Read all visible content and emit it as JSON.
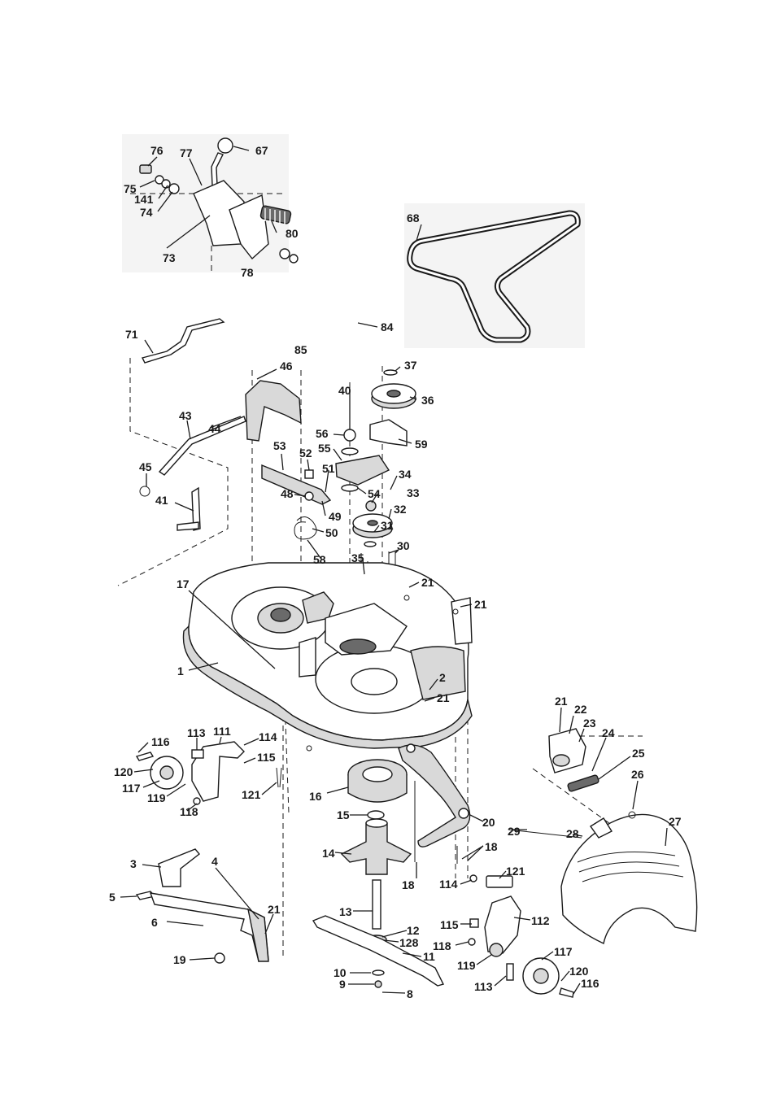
{
  "diagram": {
    "callouts": [
      "76",
      "77",
      "67",
      "75",
      "141",
      "74",
      "80",
      "73",
      "78",
      "68",
      "71",
      "84",
      "85",
      "46",
      "37",
      "40",
      "36",
      "43",
      "44",
      "56",
      "59",
      "53",
      "52",
      "55",
      "34",
      "51",
      "45",
      "48",
      "54",
      "33",
      "41",
      "49",
      "32",
      "50",
      "31",
      "58",
      "35",
      "30",
      "17",
      "21",
      "21",
      "1",
      "2",
      "21",
      "21",
      "22",
      "23",
      "24",
      "113",
      "111",
      "116",
      "114",
      "115",
      "25",
      "120",
      "117",
      "119",
      "121",
      "16",
      "26",
      "118",
      "15",
      "20",
      "28",
      "27",
      "29",
      "18",
      "14",
      "3",
      "4",
      "18",
      "114",
      "121",
      "5",
      "21",
      "6",
      "13",
      "112",
      "12",
      "115",
      "128",
      "118",
      "11",
      "117",
      "19",
      "119",
      "10",
      "120",
      "9",
      "8",
      "113",
      "116"
    ]
  }
}
